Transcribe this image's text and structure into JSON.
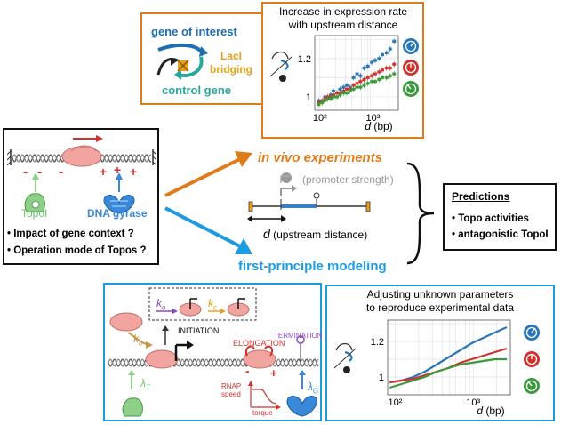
{
  "colors": {
    "orange": "#e07b1a",
    "blue_accent": "#1d9be0",
    "series_blue": "#2a77b8",
    "series_red": "#d0312d",
    "series_green": "#3a9a3a",
    "topo_green": "#8ed08a",
    "gyrase_blue": "#3a88d8",
    "pink": "#f2a5a0",
    "promoter_bar": "#3a80c8",
    "gene_blue": "#1f6fb0",
    "lacI_yellow": "#e5a21a",
    "control_teal": "#2aa79b"
  },
  "icons": [
    "gene-loop-icon",
    "rnap-icon",
    "topoI-icon",
    "gyrase-icon",
    "promoter-icon",
    "terminator-icon",
    "brace-icon"
  ],
  "gene_box": {
    "gene_label": "gene of interest",
    "lacI_label": "LacI\nbridging",
    "control_label": "control gene"
  },
  "context_box": {
    "topo_label": "TopoI",
    "gyrase_label": "DNA gyrase",
    "questions": [
      "Impact of gene context ?",
      "Operation mode of Topos ?"
    ]
  },
  "center": {
    "in_vivo_label": "in vivo experiments",
    "modeling_label": "first-principle modeling",
    "promoter_strength_label": "(promoter strength)",
    "distance_symbol": "d",
    "distance_label": "(upstream distance)"
  },
  "predictions_box": {
    "title": "Predictions",
    "items": [
      "Topo activities",
      "antagonistic TopoI"
    ]
  },
  "model_box": {
    "ko_label": "k",
    "ko_sub": "o",
    "kc_label": "k",
    "kc_sub": "c",
    "kb_label": "k",
    "kb_sub": "b",
    "initiation_label": "INITIATION",
    "elongation_label": "ELONGATION",
    "termination_label": "TERMINATION",
    "lambda_t": "λ",
    "lambda_t_sub": "T",
    "lambda_g": "λ",
    "lambda_g_sub": "G",
    "rnap_speed_label": "RNAP\nspeed",
    "torque_label": "torque"
  },
  "chart_data": [
    {
      "type": "scatter",
      "title": "Increase in expression rate\nwith upstream distance",
      "xlabel": "d (bp)",
      "ylabel": "",
      "x_scale": "log",
      "xlim": [
        80,
        3000
      ],
      "ylim": [
        0.93,
        1.32
      ],
      "x_ticks": [
        "10²",
        "10³"
      ],
      "y_ticks": [
        "1",
        "1.2"
      ],
      "grid": true,
      "series": [
        {
          "color": "#2a77b8",
          "x": [
            95,
            110,
            125,
            140,
            160,
            180,
            210,
            240,
            280,
            320,
            370,
            430,
            500,
            580,
            680,
            800,
            950,
            1100,
            1300,
            1500,
            1800,
            2100,
            2500
          ],
          "y": [
            0.98,
            0.97,
            1.0,
            0.99,
            1.01,
            1.03,
            1.02,
            1.04,
            1.05,
            1.06,
            1.05,
            1.1,
            1.12,
            1.11,
            1.15,
            1.16,
            1.18,
            1.19,
            1.2,
            1.22,
            1.23,
            1.25,
            1.29
          ]
        },
        {
          "color": "#d0312d",
          "x": [
            95,
            110,
            125,
            140,
            160,
            180,
            210,
            240,
            280,
            320,
            370,
            430,
            500,
            580,
            680,
            800,
            950,
            1100,
            1300,
            1500,
            1800,
            2100,
            2500
          ],
          "y": [
            0.97,
            0.98,
            0.99,
            1.0,
            1.0,
            1.01,
            1.02,
            1.02,
            1.03,
            1.04,
            1.04,
            1.06,
            1.07,
            1.08,
            1.09,
            1.1,
            1.11,
            1.12,
            1.13,
            1.14,
            1.15,
            1.15,
            1.17
          ]
        },
        {
          "color": "#3a9a3a",
          "x": [
            95,
            110,
            125,
            140,
            160,
            180,
            210,
            240,
            280,
            320,
            370,
            430,
            500,
            580,
            680,
            800,
            950,
            1100,
            1300,
            1500,
            1800,
            2100,
            2500
          ],
          "y": [
            0.96,
            0.97,
            0.98,
            0.99,
            0.99,
            1.0,
            1.0,
            1.01,
            1.02,
            1.02,
            1.03,
            1.04,
            1.05,
            1.05,
            1.06,
            1.07,
            1.08,
            1.08,
            1.09,
            1.1,
            1.1,
            1.11,
            1.12
          ]
        }
      ]
    },
    {
      "type": "line",
      "title": "Adjusting unknown parameters\nto reproduce experimental data",
      "xlabel": "d (bp)",
      "ylabel": "",
      "x_scale": "log",
      "xlim": [
        80,
        3000
      ],
      "ylim": [
        0.9,
        1.32
      ],
      "x_ticks": [
        "10²",
        "10³"
      ],
      "y_ticks": [
        "1",
        "1.2"
      ],
      "grid": true,
      "series": [
        {
          "color": "#2a77b8",
          "x": [
            85,
            120,
            170,
            240,
            340,
            480,
            680,
            960,
            1350,
            1900,
            2700
          ],
          "y": [
            0.97,
            0.98,
            1.0,
            1.03,
            1.07,
            1.11,
            1.15,
            1.19,
            1.22,
            1.25,
            1.28
          ]
        },
        {
          "color": "#d0312d",
          "x": [
            85,
            120,
            170,
            240,
            340,
            480,
            680,
            960,
            1350,
            1900,
            2700
          ],
          "y": [
            0.97,
            0.98,
            0.99,
            1.01,
            1.03,
            1.05,
            1.08,
            1.1,
            1.12,
            1.14,
            1.16
          ]
        },
        {
          "color": "#3a9a3a",
          "x": [
            85,
            120,
            170,
            240,
            340,
            480,
            680,
            960,
            1350,
            1900,
            2700
          ],
          "y": [
            0.94,
            0.96,
            0.98,
            1.0,
            1.03,
            1.05,
            1.07,
            1.08,
            1.09,
            1.1,
            1.1
          ]
        }
      ]
    }
  ]
}
